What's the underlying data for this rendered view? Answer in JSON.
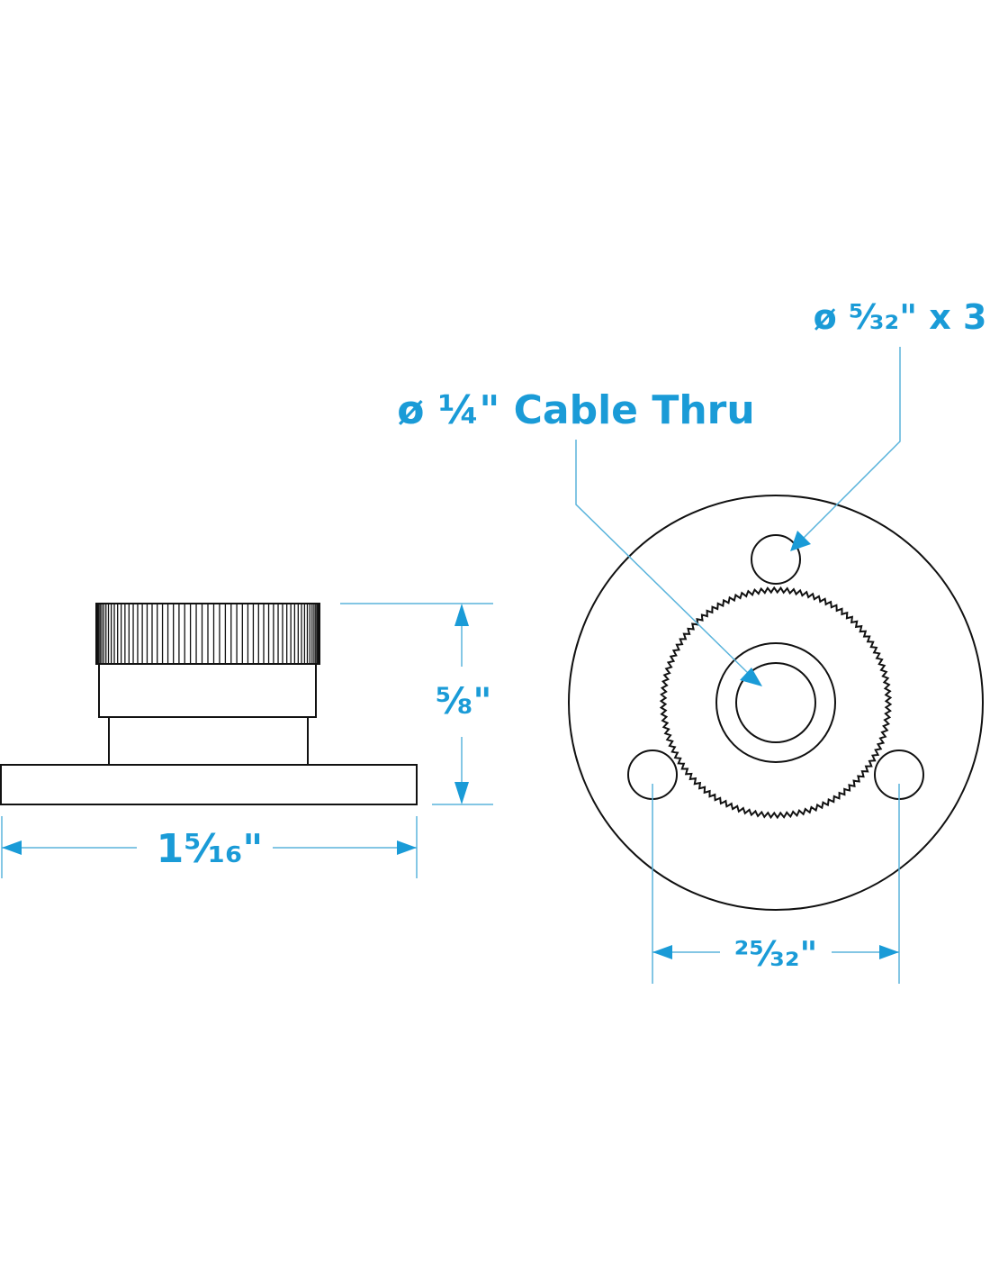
{
  "colors": {
    "dimension": "#1a9bd7",
    "outline": "#111111"
  },
  "side_view": {
    "width_label": "1⁵⁄₁₆\"",
    "height_label": "⁵⁄₈\""
  },
  "top_view": {
    "cable_label": "ø ¼\" Cable Thru",
    "holes_label": "ø ⁵⁄₃₂\" x 3",
    "hole_spacing_label": "²⁵⁄₃₂\""
  }
}
